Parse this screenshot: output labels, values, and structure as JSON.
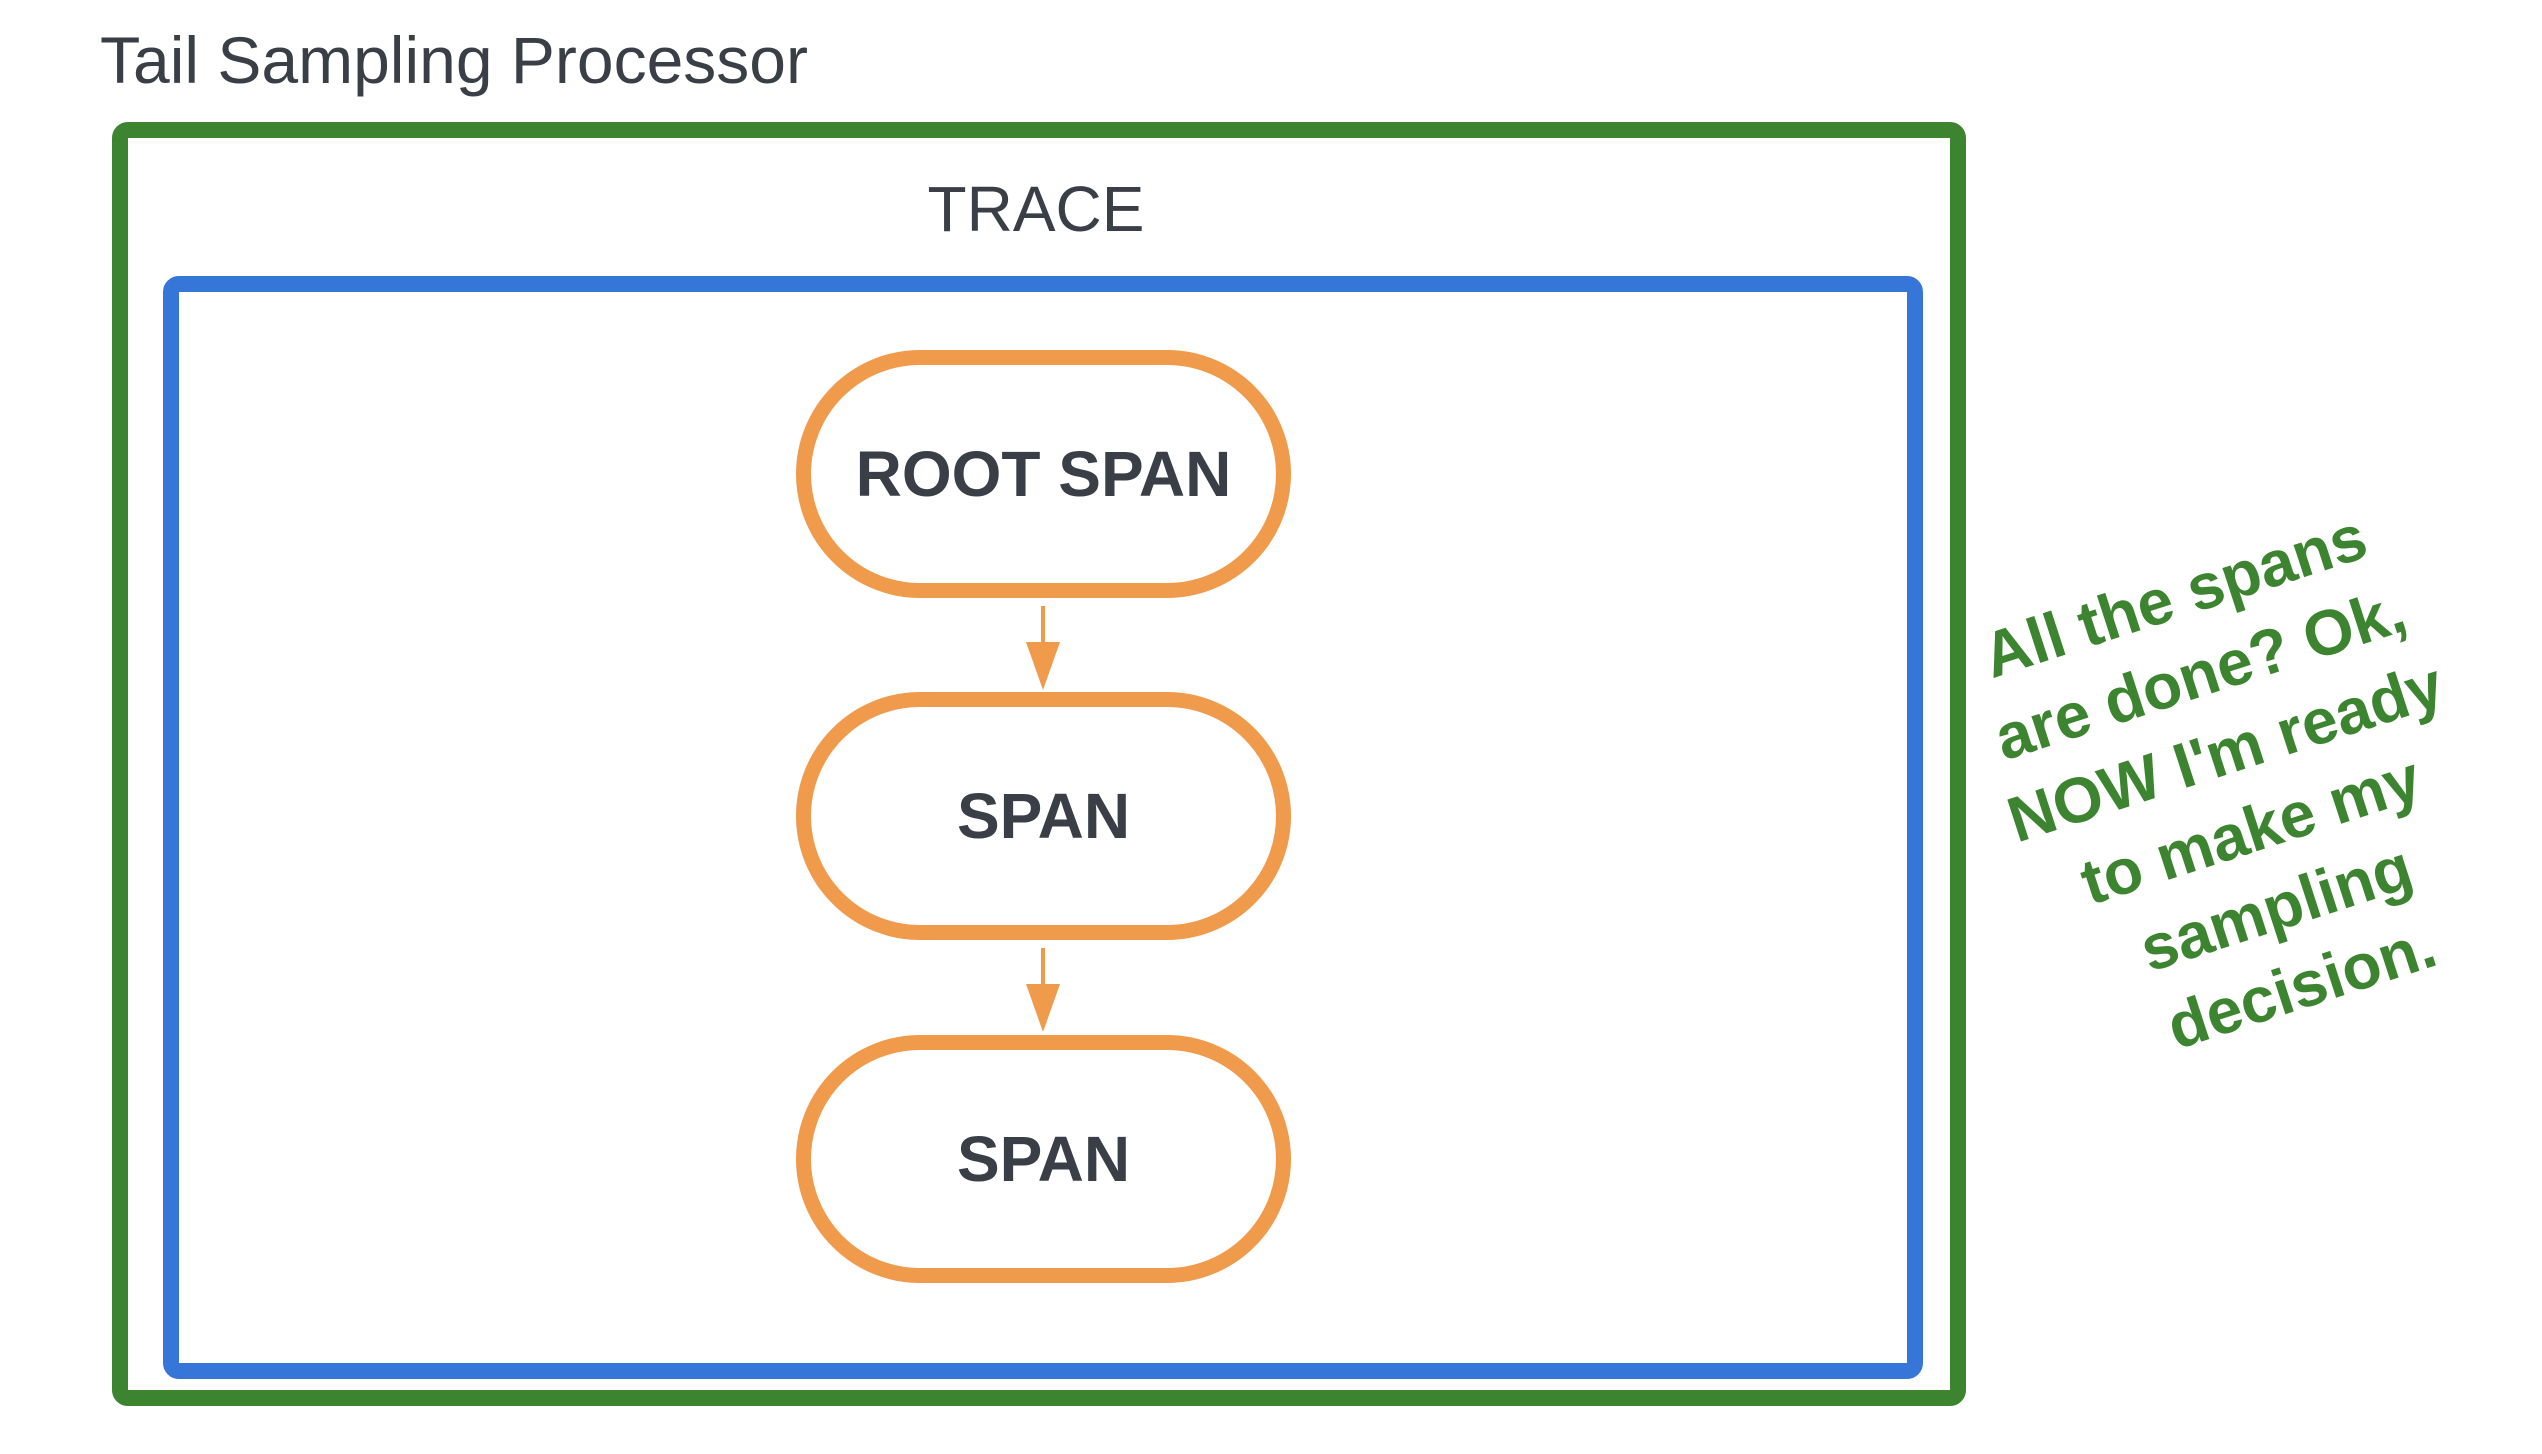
{
  "diagram": {
    "title": "Tail Sampling Processor",
    "trace_label": "TRACE",
    "spans": [
      {
        "label": "ROOT SPAN"
      },
      {
        "label": "SPAN"
      },
      {
        "label": "SPAN"
      }
    ],
    "note_lines": [
      "All the spans",
      "are done? Ok,",
      "NOW I'm ready",
      "to make my",
      "sampling",
      "decision."
    ],
    "colors": {
      "processor_border": "#3d8430",
      "trace_border": "#3576d8",
      "span_border": "#f09a4b",
      "text": "#3a3f47",
      "note_text": "#3d8430"
    }
  }
}
